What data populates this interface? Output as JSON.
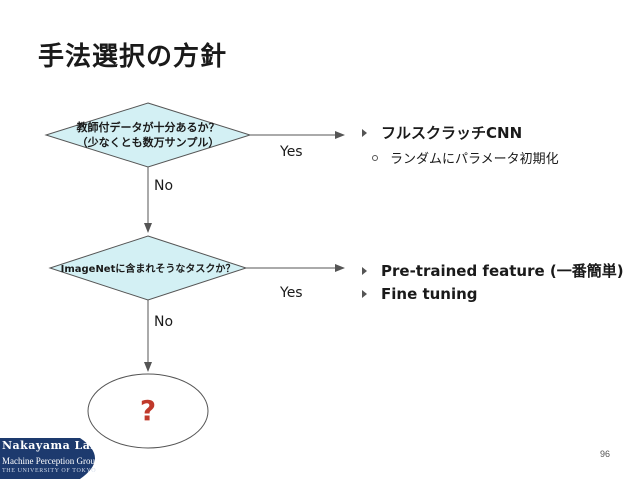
{
  "title": "手法選択の方針",
  "decisions": [
    {
      "line1": "教師付データが十分あるか？",
      "line2": "（少なくとも数万サンプル）"
    },
    {
      "line1": "ImageNetに含まれそうなタスクか？"
    }
  ],
  "edges": {
    "yes1": "Yes",
    "no1": "No",
    "yes2": "Yes",
    "no2": "No"
  },
  "terminal": {
    "text": "?"
  },
  "outcome1": {
    "bullet": "フルスクラッチCNN",
    "sub": "ランダムにパラメータ初期化"
  },
  "outcome2": {
    "bullets": [
      "Pre-trained feature (一番簡単)",
      "Fine tuning"
    ]
  },
  "footer": {
    "lab": "Nakayama Lab.",
    "group": "Machine Perception Group",
    "university": "THE UNIVERSITY OF TOKYO",
    "page": "96"
  },
  "colors": {
    "diamond_fill": "#d3f0f4",
    "line": "#555555",
    "question_mark": "#c0392b",
    "logo_bg": "#1d3a6e"
  }
}
